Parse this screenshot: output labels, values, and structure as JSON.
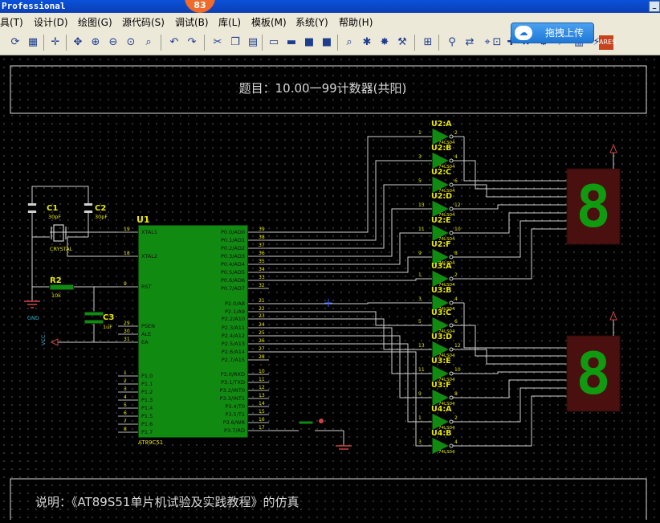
{
  "window": {
    "title": "Professional",
    "badge": "83"
  },
  "menu": [
    "具(T)",
    "设计(D)",
    "绘图(G)",
    "源代码(S)",
    "调试(B)",
    "库(L)",
    "模板(M)",
    "系统(Y)",
    "帮助(H)"
  ],
  "upload_button": {
    "label": "拖拽上传"
  },
  "schematic": {
    "title": "题目：10.00一99计数器(共阳)",
    "description": "说明：《AT89S51单片机试验及实践教程》的仿真",
    "mcu": {
      "ref": "U1",
      "part": "AT89C51",
      "left_pins": [
        {
          "num": "19",
          "name": "XTAL1"
        },
        {
          "num": "18",
          "name": "XTAL2"
        },
        {
          "num": "9",
          "name": "RST"
        },
        {
          "num": "29",
          "name": "PSEN"
        },
        {
          "num": "30",
          "name": "ALE"
        },
        {
          "num": "31",
          "name": "EA"
        },
        {
          "num": "1",
          "name": "P1.0"
        },
        {
          "num": "2",
          "name": "P1.1"
        },
        {
          "num": "3",
          "name": "P1.2"
        },
        {
          "num": "4",
          "name": "P1.3"
        },
        {
          "num": "5",
          "name": "P1.4"
        },
        {
          "num": "6",
          "name": "P1.5"
        },
        {
          "num": "7",
          "name": "P1.6"
        },
        {
          "num": "8",
          "name": "P1.7"
        }
      ],
      "right_pins": [
        {
          "num": "39",
          "name": "P0.0/AD0"
        },
        {
          "num": "38",
          "name": "P0.1/AD1"
        },
        {
          "num": "37",
          "name": "P0.2/AD2"
        },
        {
          "num": "36",
          "name": "P0.3/AD3"
        },
        {
          "num": "35",
          "name": "P0.4/AD4"
        },
        {
          "num": "34",
          "name": "P0.5/AD5"
        },
        {
          "num": "33",
          "name": "P0.6/AD6"
        },
        {
          "num": "32",
          "name": "P0.7/AD7"
        },
        {
          "num": "21",
          "name": "P2.0/A8"
        },
        {
          "num": "22",
          "name": "P2.1/A9"
        },
        {
          "num": "23",
          "name": "P2.2/A10"
        },
        {
          "num": "24",
          "name": "P2.3/A11"
        },
        {
          "num": "25",
          "name": "P2.4/A12"
        },
        {
          "num": "26",
          "name": "P2.5/A13"
        },
        {
          "num": "27",
          "name": "P2.6/A14"
        },
        {
          "num": "28",
          "name": "P2.7/A15"
        },
        {
          "num": "10",
          "name": "P3.0/RXD"
        },
        {
          "num": "11",
          "name": "P3.1/TXD"
        },
        {
          "num": "12",
          "name": "P3.2/INT0"
        },
        {
          "num": "13",
          "name": "P3.3/INT1"
        },
        {
          "num": "14",
          "name": "P3.4/T0"
        },
        {
          "num": "15",
          "name": "P3.5/T1"
        },
        {
          "num": "16",
          "name": "P3.6/WR"
        },
        {
          "num": "17",
          "name": "P3.7/RD"
        }
      ]
    },
    "components": {
      "c1": {
        "ref": "C1",
        "value": "30pF"
      },
      "c2": {
        "ref": "C2",
        "value": "30pF"
      },
      "c3": {
        "ref": "C3",
        "value": "1uF"
      },
      "r2": {
        "ref": "R2",
        "value": "10k"
      },
      "crystal": "CRYSTAL",
      "gnd": "GND",
      "vcc": "VCC"
    },
    "buffers": [
      {
        "label": "U2:A",
        "in": "1",
        "out": "2",
        "part": "74LS04"
      },
      {
        "label": "U2:B",
        "in": "3",
        "out": "4",
        "part": "74LS04"
      },
      {
        "label": "U2:C",
        "in": "5",
        "out": "6",
        "part": "74LS04"
      },
      {
        "label": "U2:D",
        "in": "13",
        "out": "12",
        "part": "74LS04"
      },
      {
        "label": "U2:E",
        "in": "11",
        "out": "10",
        "part": "74LS04"
      },
      {
        "label": "U2:F",
        "in": "9",
        "out": "8",
        "part": "74LS04"
      },
      {
        "label": "U3:A",
        "in": "1",
        "out": "2",
        "part": "74LS04"
      },
      {
        "label": "U3:B",
        "in": "3",
        "out": "4",
        "part": "74LS04"
      },
      {
        "label": "U3:C",
        "in": "5",
        "out": "6",
        "part": "74LS04"
      },
      {
        "label": "U3:D",
        "in": "13",
        "out": "12",
        "part": "74LS04"
      },
      {
        "label": "U3:E",
        "in": "11",
        "out": "10",
        "part": "74LS04"
      },
      {
        "label": "U3:F",
        "in": "9",
        "out": "8",
        "part": "74LS04"
      },
      {
        "label": "U4:A",
        "in": "1",
        "out": "2",
        "part": "74LS04"
      },
      {
        "label": "U4:B",
        "in": "3",
        "out": "4",
        "part": "74LS04"
      }
    ],
    "displays": [
      {
        "digit": "8"
      },
      {
        "digit": "8"
      }
    ]
  }
}
